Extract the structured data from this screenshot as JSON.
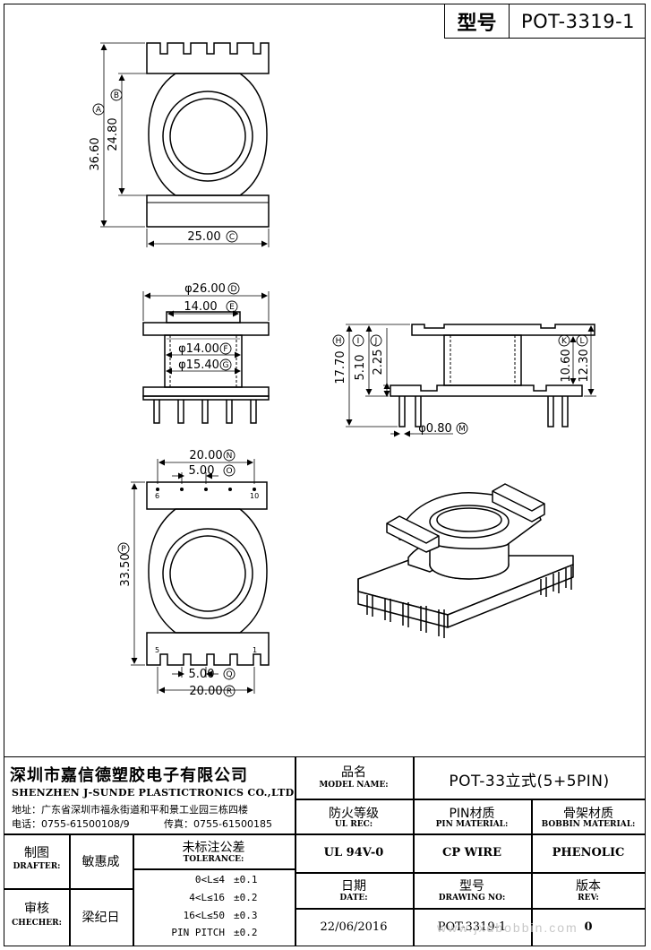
{
  "header": {
    "model_label": "型号",
    "model_value": "POT-3319-1"
  },
  "dimensions": {
    "top_height_total": "36.60",
    "top_height_total_ref": "A",
    "top_height_body": "24.80",
    "top_height_body_ref": "B",
    "top_width": "25.00",
    "top_width_ref": "C",
    "side_flange_dia": "φ26.00",
    "side_flange_dia_ref": "D",
    "side_top_width": "14.00",
    "side_top_width_ref": "E",
    "side_core_dia": "φ14.00",
    "side_core_dia_ref": "F",
    "side_core_outer_dia": "φ15.40",
    "side_core_outer_dia_ref": "G",
    "right_total_height": "17.70",
    "right_total_height_ref": "H",
    "right_h1": "5.10",
    "right_h1_ref": "I",
    "right_h2": "2.25",
    "right_h2_ref": "J",
    "right_h3": "10.60",
    "right_h3_ref": "K",
    "right_h4": "12.30",
    "right_h4_ref": "L",
    "pin_dia": "φ0.80",
    "pin_dia_ref": "M",
    "bottom_span_top": "20.00",
    "bottom_span_top_ref": "N",
    "bottom_pitch_top": "5.00",
    "bottom_pitch_top_ref": "O",
    "bottom_height": "33.50",
    "bottom_height_ref": "P",
    "bottom_pitch_bottom": "5.00",
    "bottom_pitch_bottom_ref": "Q",
    "bottom_span_bottom": "20.00",
    "bottom_span_bottom_ref": "R",
    "pin_mark_6": "6",
    "pin_mark_10": "10",
    "pin_mark_5": "5",
    "pin_mark_1": "1"
  },
  "company": {
    "name_cn": "深圳市嘉信德塑胶电子有限公司",
    "name_en": "SHENZHEN J-SUNDE PLASTICTRONICS CO.,LTD",
    "address": "地址：广东省深圳市福永街道和平和景工业园三栋四楼",
    "tel": "电话：0755-61500108/9",
    "fax": "传真：0755-61500185"
  },
  "title_block": {
    "model_name_cn": "品名",
    "model_name_en": "MODEL NAME:",
    "model_name_value": "POT-33立式(5+5PIN)",
    "ul_rec_cn": "防火等级",
    "ul_rec_en": "UL REC:",
    "ul_rec_value": "UL 94V-0",
    "pin_material_cn": "PIN材质",
    "pin_material_en": "PIN MATERIAL:",
    "pin_material_value": "CP WIRE",
    "bobbin_material_cn": "骨架材质",
    "bobbin_material_en": "BOBBIN MATERIAL:",
    "bobbin_material_value": "PHENOLIC",
    "drafter_cn": "制图",
    "drafter_en": "DRAFTER:",
    "drafter_value": "敏惠成",
    "checker_cn": "审核",
    "checker_en": "CHECHER:",
    "checker_value": "梁纪日",
    "tolerance_cn": "未标注公差",
    "tolerance_en": "TOLERANCE:",
    "tolerances": [
      {
        "range": "0<L≤4",
        "value": "±0.1"
      },
      {
        "range": "4<L≤16",
        "value": "±0.2"
      },
      {
        "range": "16<L≤50",
        "value": "±0.3"
      },
      {
        "range": "PIN PITCH",
        "value": "±0.2"
      }
    ],
    "date_cn": "日期",
    "date_en": "DATE:",
    "date_value": "22/06/2016",
    "drawing_no_cn": "型号",
    "drawing_no_en": "DRAWING NO:",
    "drawing_no_value": "POT-3319-1",
    "rev_cn": "版本",
    "rev_en": "REV:",
    "rev_value": "0"
  },
  "watermark": "www.jxdbobbin.com"
}
